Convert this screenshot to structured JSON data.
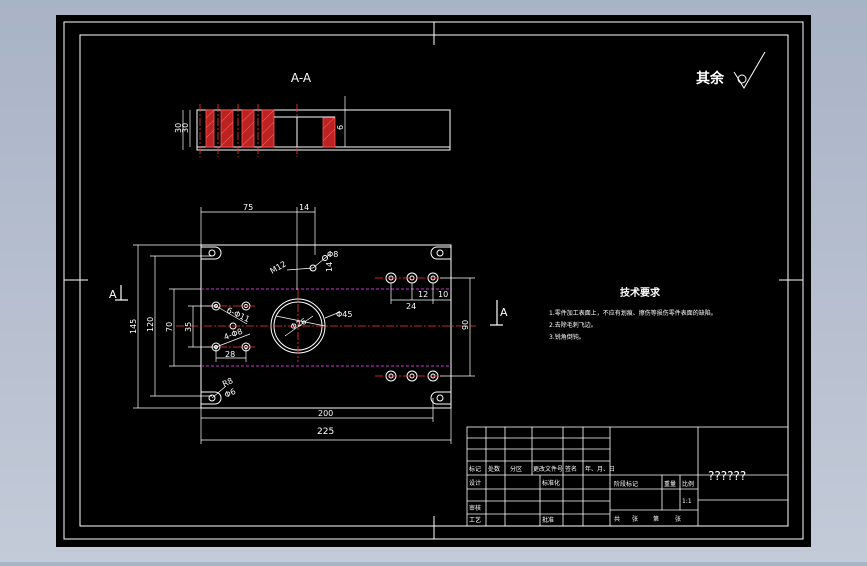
{
  "colors": {
    "background": "#000000",
    "outer_bg": "#b1bacb",
    "line": "#ffffff",
    "centerline": "#ff3333",
    "hidden_line": "#cc33cc",
    "hatch": "#ff5555"
  },
  "section_view": {
    "title": "A-A",
    "dim_height": "30",
    "dim_depth": "6"
  },
  "surface_finish": {
    "label": "其余"
  },
  "plan_view": {
    "dims": {
      "d75": "75",
      "d14": "14",
      "d145": "145",
      "d120": "120",
      "d70": "70",
      "d35": "35",
      "d28": "28",
      "d200": "200",
      "d225": "225",
      "d90": "90",
      "d24": "24",
      "d12": "12",
      "d10": "10",
      "d14b": "14"
    },
    "callouts": {
      "m12": "M12",
      "phi8_top": "Φ8",
      "phi45": "Φ45",
      "phi26": "Φ26",
      "hole_a": "6-Φ11",
      "hole_b": "4-Φ8",
      "corner_r": "R8",
      "corner_phi": "Φ6"
    },
    "section_mark": "A"
  },
  "technical_requirements": {
    "title": "技术要求",
    "items": [
      "1.零件加工表面上，不应有划痕、擦伤等损伤零件表面的缺陷。",
      "2.去除毛刺飞边。",
      "3.锐角倒钝。"
    ]
  },
  "title_block": {
    "part_name": "??????",
    "scale": "1:1",
    "header_row": [
      "标记",
      "处数",
      "分区",
      "更改文件号",
      "签名",
      "年、月、日"
    ],
    "row_design": "设计",
    "row_standard": "标准化",
    "row_check": "审核",
    "row_process": "工艺",
    "row_approve": "批准",
    "stage_labels": [
      "阶段标记",
      "重量",
      "比例"
    ],
    "sheet_labels": [
      "共",
      "张",
      "第",
      "张"
    ]
  }
}
